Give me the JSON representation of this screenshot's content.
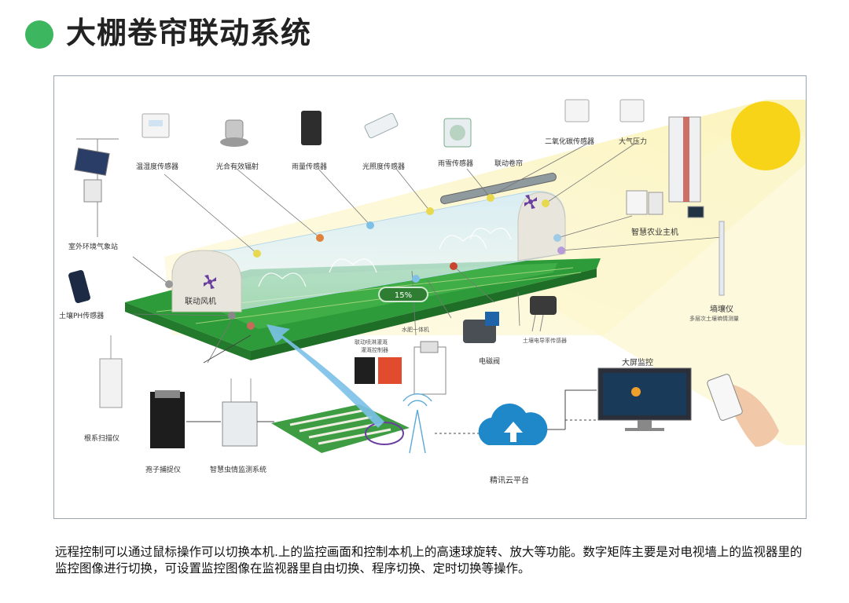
{
  "page": {
    "title": "大棚卷帘联动系统",
    "caption": "远程控制可以通过鼠标操作可以切换本机.上的监控画面和控制本机上的高速球旋转、放大等功能。数字矩阵主要是对电视墙上的监视器里的监控图像进行切换，可设置监控图像在监视器里自由切换、程序切换、定时切换等操作。"
  },
  "diagram": {
    "labels": {
      "temp_humidity": "温湿度传感器",
      "par": "光合有效辐射",
      "rain": "雨量传感器",
      "illuminance": "光照度传感器",
      "rain_snow": "雨雪传感器",
      "linked_curtain": "联动卷帘",
      "co2": "二氧化碳传感器",
      "pressure": "大气压力",
      "smart_host": "智慧农业主机",
      "weather_station": "室外环境气象站",
      "linked_fan": "联动风机",
      "soil_ph": "土壤PH传感器",
      "soil_meter": "墒壤仪",
      "soil_meter_sub": "多层次土壤墒情测量",
      "water_fert": "水肥一体机",
      "spray_ctrl_1": "联动喷淋灌溉",
      "spray_ctrl_2": "灌溉控制器",
      "solenoid": "电磁阀",
      "soil_ec": "土壤电导率传感器",
      "root_scanner": "根系扫描仪",
      "spore": "孢子捕捉仪",
      "pest": "智慧虫情监测系统",
      "big_screen": "大屏监控",
      "cloud": "精讯云平台"
    },
    "humidity_badge": "15%",
    "colors": {
      "accent_green": "#3cb65f",
      "field_green": "#2e9b3a",
      "sun_yellow": "#f7d417",
      "cloud_blue": "#1e88c8",
      "arrow_blue": "#7cc3ea"
    },
    "icons": [
      "sun-icon",
      "cloud-upload-icon",
      "fan-icon",
      "antenna-icon",
      "phone-icon",
      "monitor-icon"
    ]
  }
}
